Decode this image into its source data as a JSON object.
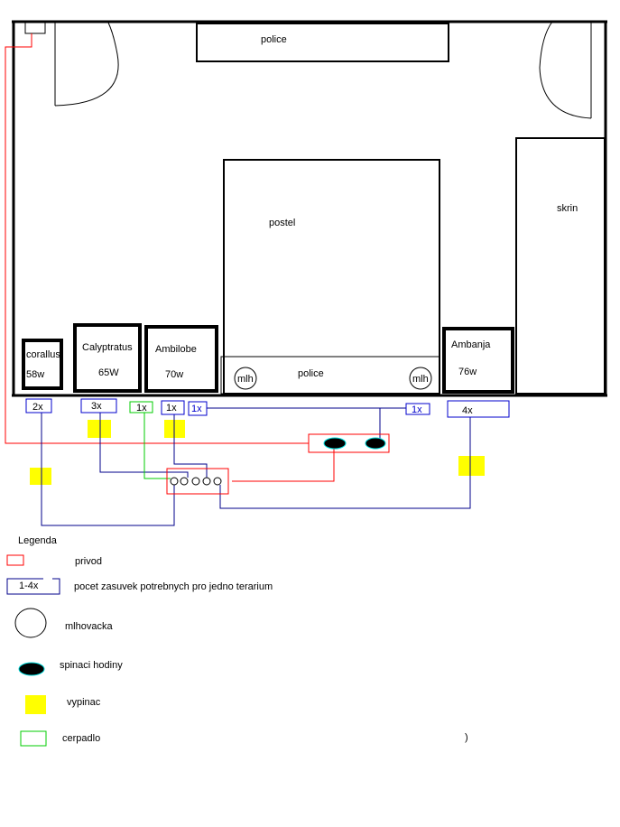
{
  "room": {
    "shelf_top": "police",
    "bed": "postel",
    "shelf_bottom": "police",
    "wardrobe": "skrin",
    "mister_left": "mlh",
    "mister_right": "mlh"
  },
  "terrariums": [
    {
      "name": "corallus",
      "power": "58w"
    },
    {
      "name": "Calyptratus",
      "power": "65W"
    },
    {
      "name": "Ambilobe",
      "power": "70w"
    },
    {
      "name": "Ambanja",
      "power": "76w"
    }
  ],
  "sockets": [
    "2x",
    "3x",
    "1x",
    "1x",
    "1x",
    "1x",
    "4x"
  ],
  "legend": {
    "title": "Legenda",
    "items": [
      {
        "symbol": "",
        "label": "privod"
      },
      {
        "symbol": "1-4x",
        "label": "pocet zasuvek potrebnych pro jedno terarium"
      },
      {
        "symbol": "",
        "label": "mlhovacka"
      },
      {
        "symbol": "",
        "label": "spinaci hodiny"
      },
      {
        "symbol": "",
        "label": "vypinac"
      },
      {
        "symbol": "",
        "label": "cerpadlo"
      }
    ],
    "stray_mark": ")"
  },
  "colors": {
    "supply": "#ff0000",
    "socket": "#0000cc",
    "pump": "#00dd00",
    "switch": "#ffff00",
    "timer_outline": "#00e0e0"
  }
}
